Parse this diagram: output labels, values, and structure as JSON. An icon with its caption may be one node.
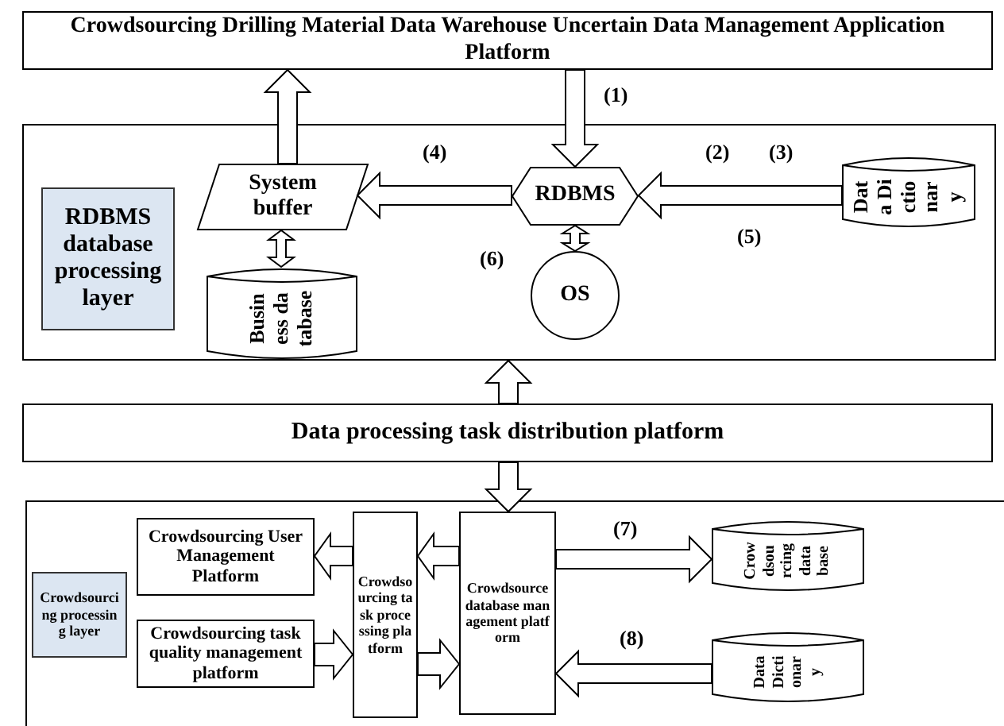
{
  "diagram": {
    "nodes": [
      {
        "text": [
          "Crowdsourcing Drilling Material Data Warehouse Uncertain Data Management Application Platform"
        ]
      },
      {
        "text": [],
        "shape": "box"
      },
      {
        "text": [
          "RDBMS database processing layer"
        ],
        "in": 1
      },
      {
        "text": [
          "System buffer"
        ],
        "in": 1
      },
      {
        "text": [
          "Business database"
        ],
        "in": 1
      },
      {
        "text": [
          "RDBMS"
        ],
        "in": 1
      },
      {
        "text": [
          "OS"
        ],
        "in": 1
      },
      {
        "text": [
          "Data Dictionary"
        ],
        "in": 1
      },
      {
        "text": [
          "Data processing task distribution platform"
        ]
      },
      {
        "text": [],
        "shape": "box"
      },
      {
        "text": [
          "Crowdsourcing processing layer"
        ],
        "in": 9
      },
      {
        "text": [
          "Crowdsourcing User Management Platform"
        ],
        "in": 9
      },
      {
        "text": [
          "Crowdsourcing task quality management platform"
        ],
        "in": 9
      },
      {
        "text": [
          "Crowdsourcing task processing platform"
        ],
        "in": 9
      },
      {
        "text": [
          "Crowdsource database management platform"
        ],
        "in": 9
      },
      {
        "text": [
          "Crowdsourcing database"
        ],
        "in": 9
      },
      {
        "text": [
          "Data Dictionary"
        ],
        "in": 9
      }
    ],
    "edges": [
      {
        "from": 3,
        "to": 0,
        "arrow": "to"
      },
      {
        "from": 0,
        "to": 5,
        "arrow": "to",
        "label": "(1)"
      },
      {
        "from": 5,
        "to": 3,
        "arrow": "to",
        "label": "(4)"
      },
      {
        "from": 7,
        "to": 5,
        "arrow": "to"
      },
      {
        "from": 3,
        "to": 4,
        "arrow": "both"
      },
      {
        "from": 5,
        "to": 6,
        "arrow": "both",
        "label": "(6)"
      },
      {
        "from": 8,
        "to": 1,
        "arrow": "to"
      },
      {
        "from": 8,
        "to": 14,
        "arrow": "to"
      },
      {
        "from": 13,
        "to": 11,
        "arrow": "to"
      },
      {
        "from": 14,
        "to": 13,
        "arrow": "to"
      },
      {
        "from": 12,
        "to": 13,
        "arrow": "to"
      },
      {
        "from": 13,
        "to": 14,
        "arrow": "to"
      },
      {
        "from": 14,
        "to": 15,
        "arrow": "to",
        "label": "(7)"
      },
      {
        "from": 16,
        "to": 14,
        "arrow": "to",
        "label": "(8)"
      }
    ],
    "labels": [
      "(2)",
      "(3)",
      "(5)"
    ]
  }
}
